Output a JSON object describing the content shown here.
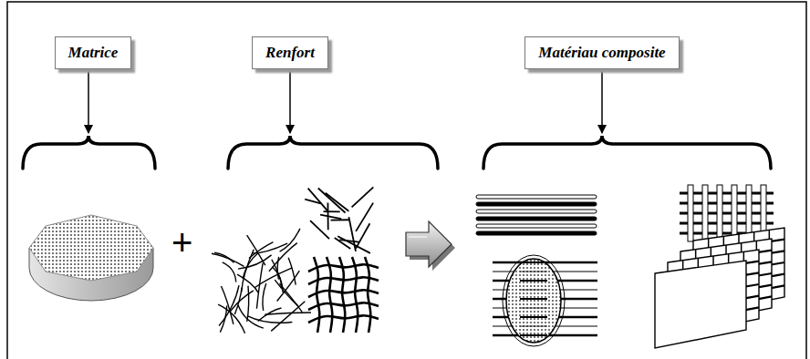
{
  "diagram": {
    "nodes": [
      {
        "text": [
          "Matrice"
        ]
      },
      {
        "text": [
          "Renfort"
        ]
      },
      {
        "text": [
          "Matériau composite"
        ]
      }
    ],
    "labels": [
      "+"
    ]
  }
}
